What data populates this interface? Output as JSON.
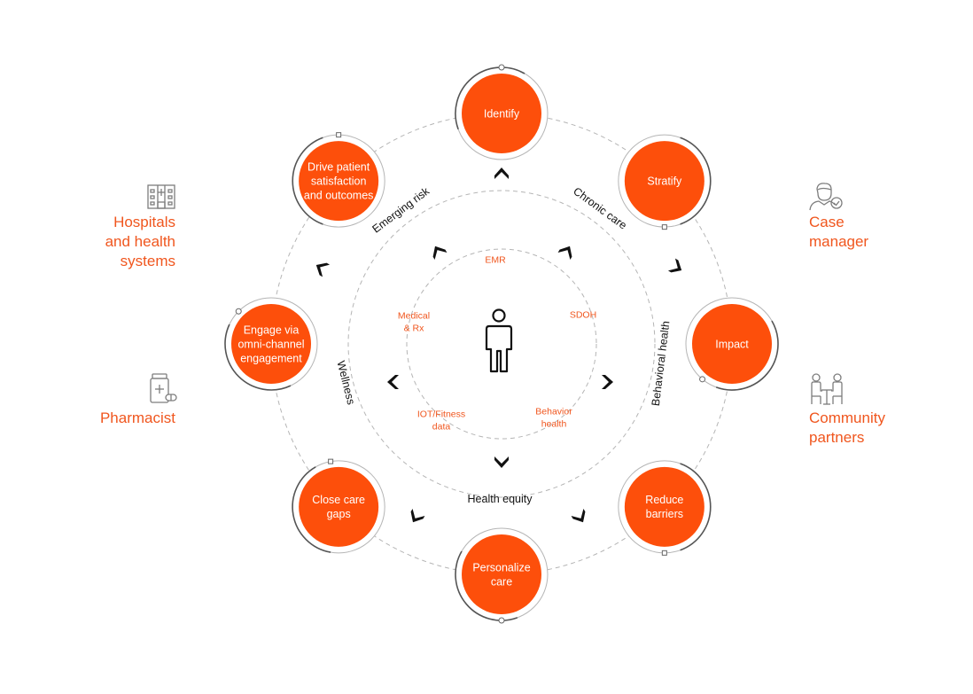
{
  "colors": {
    "accent": "#fd4f0b",
    "accent_text": "#f0561e",
    "ring": "#b5b5b5",
    "dark": "#111111",
    "icon": "#7d7d7d"
  },
  "stages": [
    {
      "label": "Identify"
    },
    {
      "label": "Stratify"
    },
    {
      "label": "Impact"
    },
    {
      "label": "Reduce\nbarriers"
    },
    {
      "label": "Personalize\ncare"
    },
    {
      "label": "Close care\ngaps"
    },
    {
      "label": "Engage via\nomni-channel\nengagement"
    },
    {
      "label": "Drive patient\nsatisfaction\nand outcomes"
    }
  ],
  "focus_areas": [
    {
      "label": "Emerging risk"
    },
    {
      "label": "Chronic care"
    },
    {
      "label": "Behavioral health"
    },
    {
      "label": "Health equity"
    },
    {
      "label": "Wellness"
    }
  ],
  "data_sources": [
    {
      "label": "EMR"
    },
    {
      "label": "SDOH"
    },
    {
      "label": "Behavior\nhealth"
    },
    {
      "label": "IOT/Fitness\ndata"
    },
    {
      "label": "Medical\n& Rx"
    }
  ],
  "stakeholders": {
    "hospitals": {
      "label": "Hospitals\nand health\nsystems",
      "icon": "hospital-icon"
    },
    "pharmacist": {
      "label": "Pharmacist",
      "icon": "pharmacy-icon"
    },
    "case_manager": {
      "label": "Case\nmanager",
      "icon": "case-manager-icon"
    },
    "community": {
      "label": "Community\npartners",
      "icon": "community-icon"
    }
  },
  "center_icon": "person-icon"
}
